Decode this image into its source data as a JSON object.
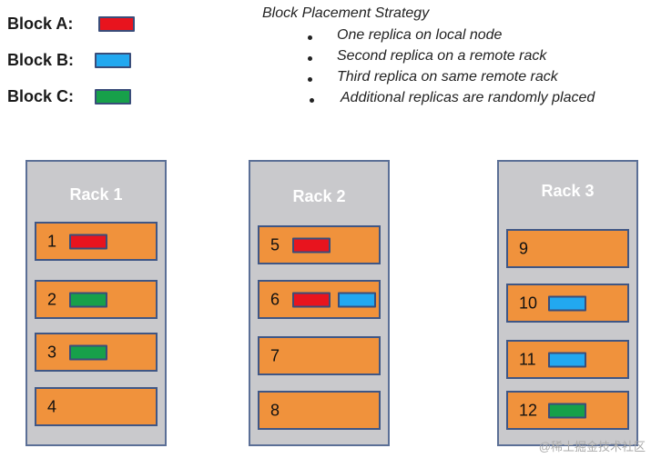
{
  "legend": [
    {
      "label": "Block A:",
      "color": "#e8141e"
    },
    {
      "label": "Block B:",
      "color": "#22a8f0"
    },
    {
      "label": "Block C:",
      "color": "#17a04a"
    }
  ],
  "strategy": {
    "title": "Block Placement Strategy",
    "items": [
      "One replica on local node",
      "Second replica on a remote rack",
      "Third replica on same remote rack",
      "Additional replicas are randomly placed"
    ]
  },
  "racks": [
    {
      "title": "Rack 1",
      "nodes": [
        {
          "num": "1",
          "blocks": [
            "A"
          ]
        },
        {
          "num": "2",
          "blocks": [
            "C"
          ]
        },
        {
          "num": "3",
          "blocks": [
            "C"
          ]
        },
        {
          "num": "4",
          "blocks": []
        }
      ]
    },
    {
      "title": "Rack 2",
      "nodes": [
        {
          "num": "5",
          "blocks": [
            "A"
          ]
        },
        {
          "num": "6",
          "blocks": [
            "A",
            "B"
          ]
        },
        {
          "num": "7",
          "blocks": []
        },
        {
          "num": "8",
          "blocks": []
        }
      ]
    },
    {
      "title": "Rack 3",
      "nodes": [
        {
          "num": "9",
          "blocks": []
        },
        {
          "num": "10",
          "blocks": [
            "B"
          ]
        },
        {
          "num": "11",
          "blocks": [
            "B"
          ]
        },
        {
          "num": "12",
          "blocks": [
            "C"
          ]
        }
      ]
    }
  ],
  "colors": {
    "A": "#e8141e",
    "B": "#22a8f0",
    "C": "#17a04a",
    "node_fill": "#f0923c",
    "rack_fill": "#c9c9cc",
    "border": "#3f5685"
  },
  "watermark": "@稀土掘金技术社区"
}
